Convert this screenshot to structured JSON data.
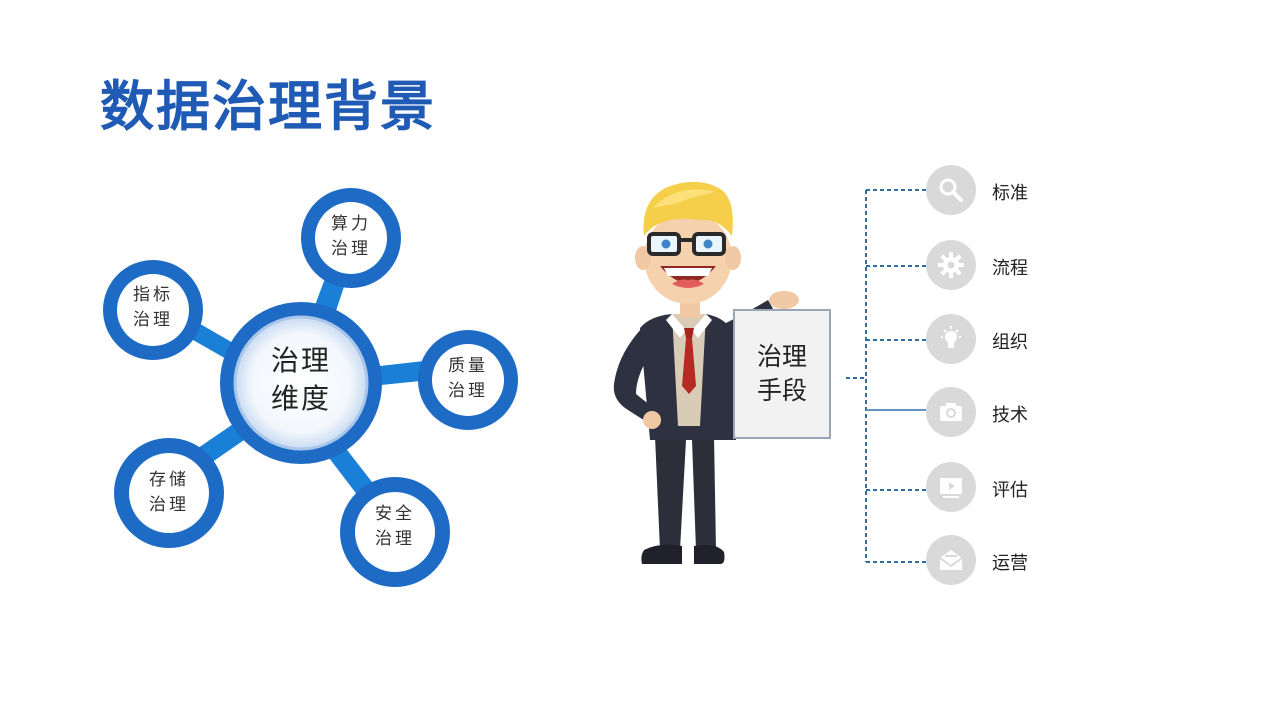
{
  "title": "数据治理背景",
  "dimensions": {
    "center": {
      "line1": "治理",
      "line2": "维度"
    },
    "nodes": [
      {
        "line1": "算力",
        "line2": "治理"
      },
      {
        "line1": "指标",
        "line2": "治理"
      },
      {
        "line1": "质量",
        "line2": "治理"
      },
      {
        "line1": "存储",
        "line2": "治理"
      },
      {
        "line1": "安全",
        "line2": "治理"
      }
    ]
  },
  "means": {
    "board": {
      "line1": "治理",
      "line2": "手段"
    },
    "items": [
      {
        "label": "标准",
        "icon": "search-icon"
      },
      {
        "label": "流程",
        "icon": "gear-icon"
      },
      {
        "label": "组织",
        "icon": "lightbulb-icon"
      },
      {
        "label": "技术",
        "icon": "camera-icon"
      },
      {
        "label": "评估",
        "icon": "play-icon"
      },
      {
        "label": "运营",
        "icon": "envelope-icon"
      }
    ]
  },
  "colors": {
    "title": "#1f5bb5",
    "ring": "#1e6bc6",
    "connector": "#1a7fd6",
    "icon_bg": "#d9d9d9",
    "tree_line": "#2f6f9f"
  }
}
